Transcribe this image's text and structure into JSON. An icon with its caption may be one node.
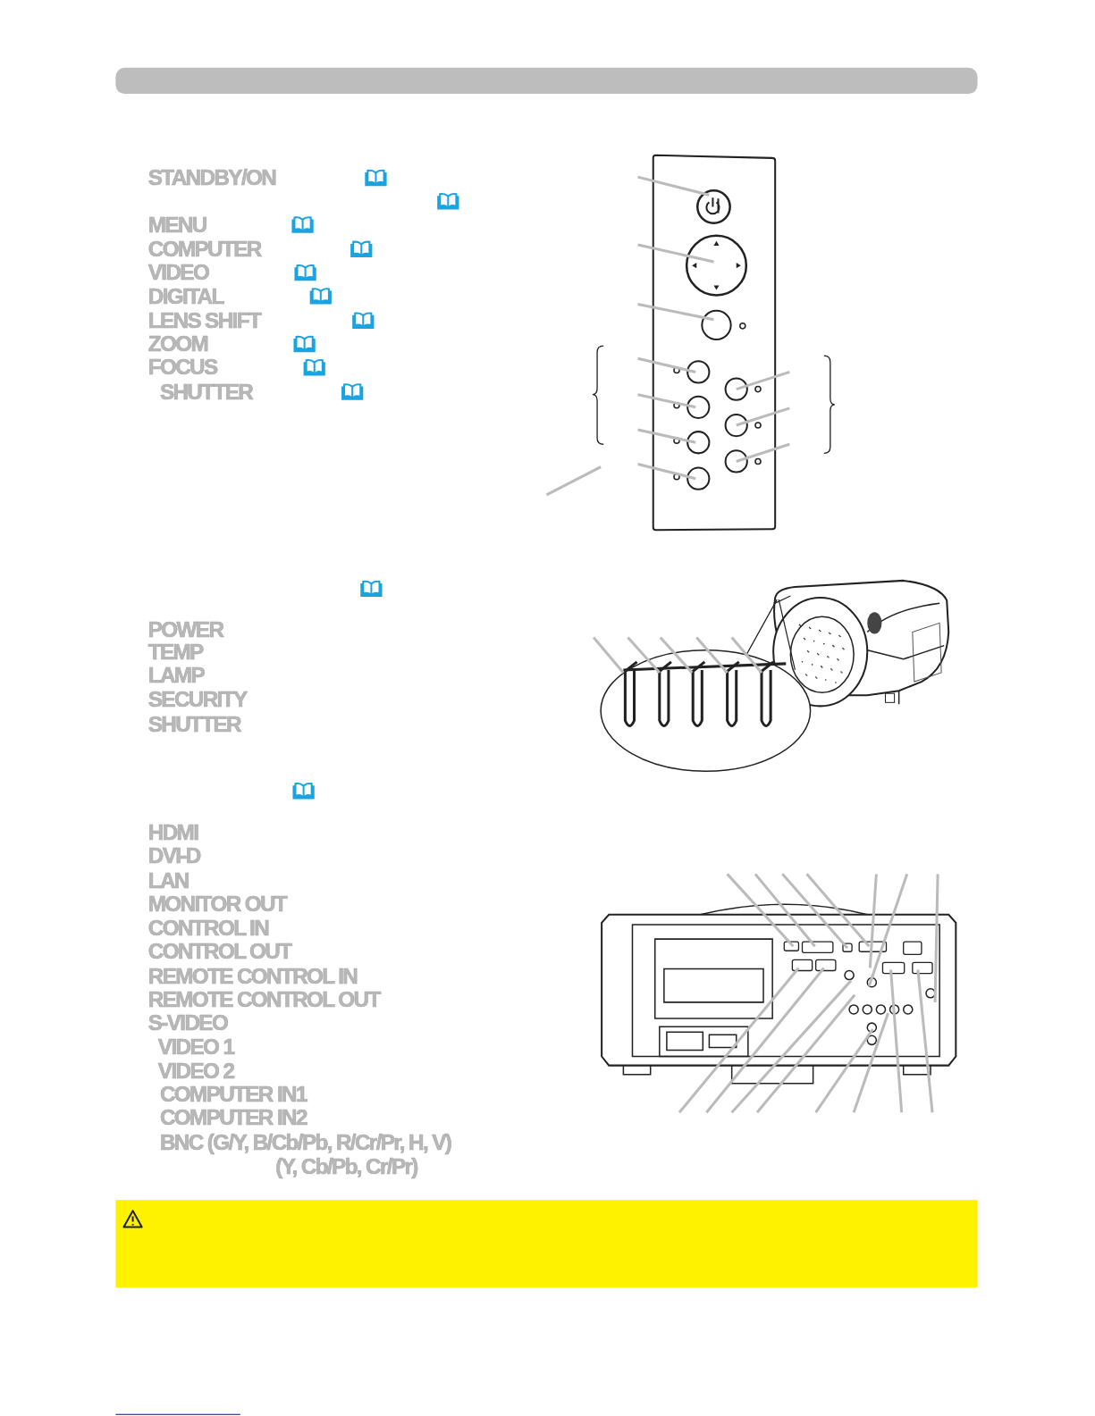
{
  "diagram": {
    "labels": [
      "STANDBY/ON",
      "MENU",
      "COMPUTER",
      "VIDEO",
      "DIGITAL",
      "LENS SHIFT",
      "ZOOM",
      "FOCUS",
      "SHUTTER",
      "POWER",
      "TEMP",
      "LAMP",
      "SECURITY",
      "SHUTTER",
      "HDMI",
      "DVI-D",
      "LAN",
      "MONITOR OUT",
      "CONTROL IN",
      "CONTROL OUT",
      "REMOTE CONTROL IN",
      "REMOTE CONTROL OUT",
      "S-VIDEO",
      "VIDEO 1",
      "VIDEO 2",
      "COMPUTER IN1",
      "COMPUTER IN2",
      "BNC (G/Y, B/Cb/Pb, R/Cr/Pr, H, V)",
      "(Y, Cb/Pb, Cr/Pr)"
    ]
  }
}
